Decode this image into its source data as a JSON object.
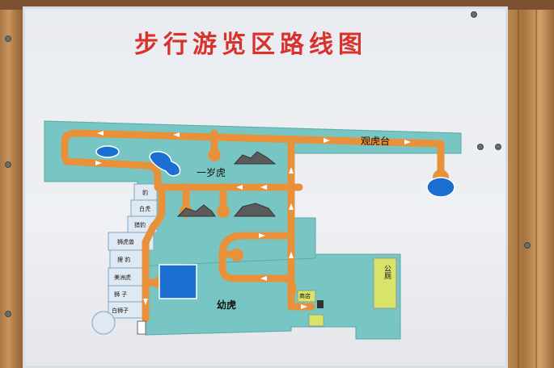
{
  "title": "步行游览区路线图",
  "labels": {
    "guanhu_tai": "观虎台",
    "yisui_hu": "一岁虎",
    "you_hu": "幼虎",
    "gong_ce": "公厕",
    "shang_dian": "商店"
  },
  "enclosures": [
    {
      "name": "豹"
    },
    {
      "name": "白虎"
    },
    {
      "name": "猎豹"
    },
    {
      "name": "狮虎兽"
    },
    {
      "name": "狸 豹"
    },
    {
      "name": "美洲虎"
    },
    {
      "name": "狮  子"
    },
    {
      "name": "白狮子"
    }
  ],
  "colors": {
    "title": "#d9322c",
    "path": "#e8913a",
    "zone": "#78c6c4",
    "water": "#1a6fd0",
    "building": "#d8e36a"
  }
}
